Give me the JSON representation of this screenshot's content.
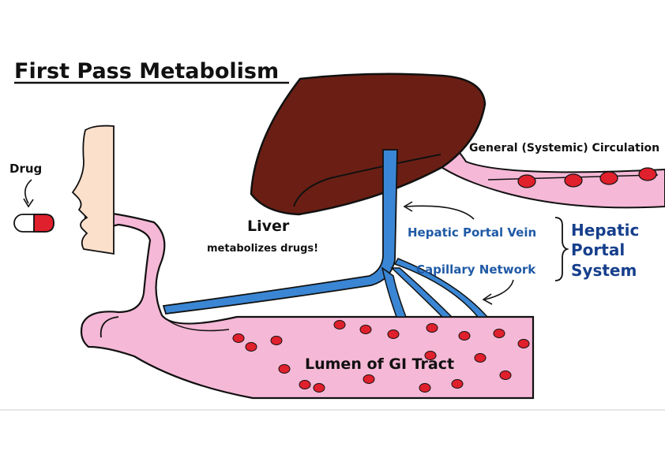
{
  "title": "First Pass Metabolism",
  "labels": {
    "drug": "Drug",
    "liver": "Liver",
    "liver_sub": "metabolizes drugs!",
    "circulation": "General (Systemic) Circulation",
    "hepatic_portal_vein": "Hepatic Portal Vein",
    "capillary_network": "Capillary Network",
    "hps_line1": "Hepatic",
    "hps_line2": "Portal",
    "hps_line3": "System",
    "lumen": "Lumen of GI Tract"
  },
  "colors": {
    "liver": "#6b1f14",
    "gi_tract": "#f5b8d6",
    "vein": "#3a86d4",
    "drug_particle": "#e0202c",
    "face": "#fbe0cc",
    "label_blue": "#1f5aa6",
    "label_navy": "#163f8c"
  }
}
